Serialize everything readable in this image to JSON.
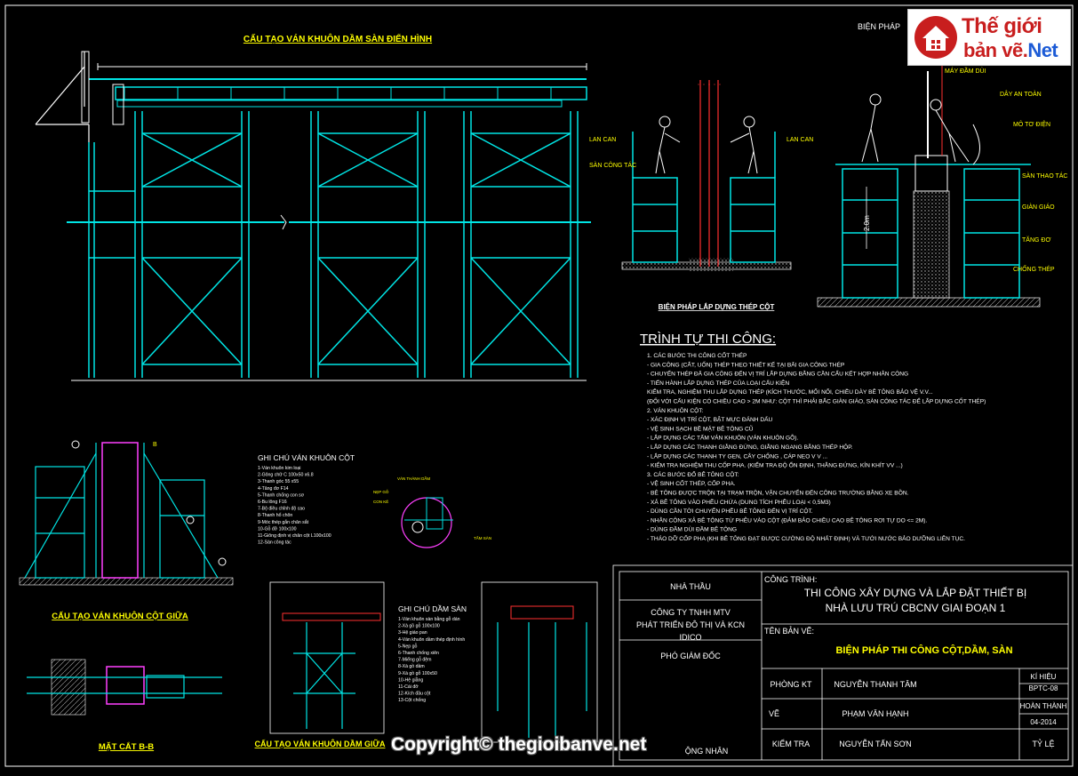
{
  "drawing": {
    "title_main_elevation": "CẤU TẠO VÁN KHUÔN DẦM SÀN ĐIỂN HÌNH",
    "title_steel_column": "BIỆN PHÁP LẮP DỰNG THÉP CỘT",
    "title_column_form": "CẤU TẠO VÁN KHUÔN CỘT GIỮA",
    "title_section_bb": "MẶT CẮT B-B",
    "title_beam_form": "CẤU TẠO VÁN KHUÔN DẦM GIỮA",
    "title_concrete_top": "BIỆN PHÁP",
    "section_mark": "B",
    "dim_20": "2.0m",
    "labels_left": [
      "LAN CAN",
      "SÀN CÔNG TÁC"
    ],
    "labels_mid": [
      "LAN CAN"
    ],
    "labels_right": [
      "MÁY ĐẦM DÙI",
      "DÂY AN TOÀN",
      "MÔ TƠ ĐIỆN",
      "SÀN THAO TÁC",
      "GIÀN GIÁO",
      "TĂNG ĐƠ",
      "CHỐNG THÉP"
    ],
    "detail_labels": [
      "VÁN THÀNH DẦM",
      "NẸP GỖ",
      "CON KÊ",
      "TẤM SÀN"
    ]
  },
  "notes_column": {
    "heading": "GHI CHÚ VÁN KHUÔN CỘT",
    "items": [
      "1-Ván khuôn kim loại",
      "2-Gông chữ C 100x50 x6.8",
      "3-Thanh góc 55 x55",
      "4-Tăng đơ F14",
      "5-Thanh chống con sơ",
      "6-Bu lông F16",
      "7-Bộ điều chỉnh độ cao",
      "8-Thanh hổ chôn",
      "9-Móc thép gắn chân sắt",
      "10-Gỗ đỡ 100x100",
      "11-Giông định vị chân cột L100x100",
      "12-Sàn công tác"
    ]
  },
  "notes_beam": {
    "heading": "GHI CHÚ DẦM SÀN",
    "items": [
      "1-Ván khuôn sàn bằng gỗ dán",
      "2-Xà gồ gỗ 100x100",
      "3-Hệ giáo pan",
      "4-Ván khuôn dầm thép định hình",
      "5-Nẹp gỗ",
      "6-Thanh chống xiên",
      "7-Miếng gỗ đệm",
      "8-Xà gồ dầm",
      "9-Xà gồ gỗ 100x50",
      "10-Hệ giằng",
      "11-Cái đỡ",
      "12-Kích đầu cột",
      "13-Cột chống"
    ]
  },
  "procedure": {
    "heading": "TRÌNH TỰ THI CÔNG:",
    "lines": [
      "1. CÁC BƯỚC THI CÔNG CỐT THÉP",
      "- GIA CÔNG (CẮT, UỐN) THÉP THEO THIẾT KẾ TẠI BÃI GIA CÔNG THÉP",
      "- CHUYỂN THÉP ĐÃ GIA CÔNG ĐẾN VỊ TRÍ LẮP DỰNG BẰNG CẦN CẨU KẾT HỢP NHÂN CÔNG",
      "- TIẾN HÀNH LẮP DỰNG THÉP CỦA LOẠI CẤU KIỆN",
      "KIỂM TRA, NGHIỆM THU LẮP DỰNG THÉP (KÍCH THƯỚC, MỐI NỐI, CHIỀU DÀY BÊ TÔNG BẢO  VỆ V.V...",
      "(ĐỐI VỚI CẤU KIỆN CÓ CHIỀU CAO > 2M NHƯ: CỘT THÌ PHẢI BẮC GIÀN GIÁO, SÀN CÔNG TÁC ĐỂ LẮP DỰNG CỐT THÉP)",
      "2. VÁN KHUÔN CỘT:",
      "- XÁC ĐỊNH VỊ TRÍ CỘT, BẬT MỰC ĐÁNH DẤU",
      "- VỆ SINH SẠCH BỀ MẶT BÊ TÔNG CŨ",
      "- LẮP DỰNG CÁC TẤM VÁN KHUÔN (VÁN KHUÔN GỖ).",
      "- LẮP DỰNG CÁC THANH GIẰNG ĐỨNG, GIẰNG NGANG BẰNG THÉP HỘP.",
      "- LẮP DỰNG CÁC THANH TY GEN, CÂY CHỐNG , CÁP NEO V V ...",
      "- KIỂM TRA NGHIỆM THU CỐP PHA. (KIỂM TRA ĐỘ ỔN ĐỊNH, THẲNG ĐỨNG, KÍN KHÍT VV ...)",
      "3. CÁC BƯỚC ĐỔ BÊ TÔNG CỘT:",
      "- VỆ SINH CỐT THÉP, CỐP PHA.",
      "- BÊ TÔNG ĐƯỢC TRỘN TẠI TRẠM TRỘN, VẬN CHUYỂN ĐẾN CÔNG TRƯỜNG BẰNG XE BỒN.",
      "- XẢ BÊ TÔNG VÀO PHỄU CHỨA (DUNG TÍCH PHỄU LOẠI < 0,5M3)",
      "- DÙNG CẦN TỜI CHUYỂN PHỄU BÊ TÔNG ĐẾN VỊ TRÍ CỘT.",
      "- NHÂN CÔNG XẢ BÊ TÔNG TỪ PHỄU VÀO CỘT (ĐẢM BẢO CHIỀU CAO BÊ TÔNG RƠI TỰ DO <= 2M).",
      "- DÙNG ĐẦM DÙI ĐẦM BÊ TÔNG",
      "- THÁO DỠ CỐP PHA (KHI BÊ TÔNG ĐẠT ĐƯỢC CƯỜNG ĐỘ NHẤT ĐỊNH) VÀ TƯỚI NƯỚC BẢO DƯỠNG LIÊN TỤC."
    ]
  },
  "title_block": {
    "contractor_label": "NHÀ THẦU",
    "company": [
      "CÔNG TY TNHH MTV",
      "PHÁT TRIỂN ĐÔ THỊ VÀ KCN",
      "IDICO"
    ],
    "deputy": "PHÓ GIÁM ĐỐC",
    "recipient": "ỘNG NHÂN",
    "project_label": "CÔNG TRÌNH:",
    "project_name": [
      "THI CÔNG XÂY DỰNG VÀ LẮP ĐẶT THIẾT BỊ",
      "NHÀ LƯU TRÚ CBCNV GIAI ĐOẠN 1"
    ],
    "drawing_label": "TÊN BẢN VẼ:",
    "drawing_name": "BIỆN PHÁP THI CÔNG CỘT,DẦM, SÀN",
    "roles": [
      {
        "role": "PHÒNG KT",
        "name": "NGUYỄN THANH TÂM"
      },
      {
        "role": "VẼ",
        "name": "PHẠM VĂN HẠNH"
      },
      {
        "role": "KIỂM TRA",
        "name": "NGUYỄN TẤN SƠN"
      }
    ],
    "code_label": "KÍ HIỆU",
    "code": "BPTC-08",
    "done_label": "HOÀN THÀNH",
    "date": "04-2014",
    "scale_label": "TỶ LỆ"
  },
  "watermark": {
    "logo_line1": "Thế giới",
    "logo_line2a": "bản vẽ.",
    "logo_line2b": "Net",
    "copyright": "Copyright© thegioibanve.net"
  },
  "colors": {
    "background": "#000000",
    "structure": "#00e5e5",
    "labels": "#ffff00",
    "rebar": "#ff3030",
    "numbers": "#ff40ff"
  }
}
